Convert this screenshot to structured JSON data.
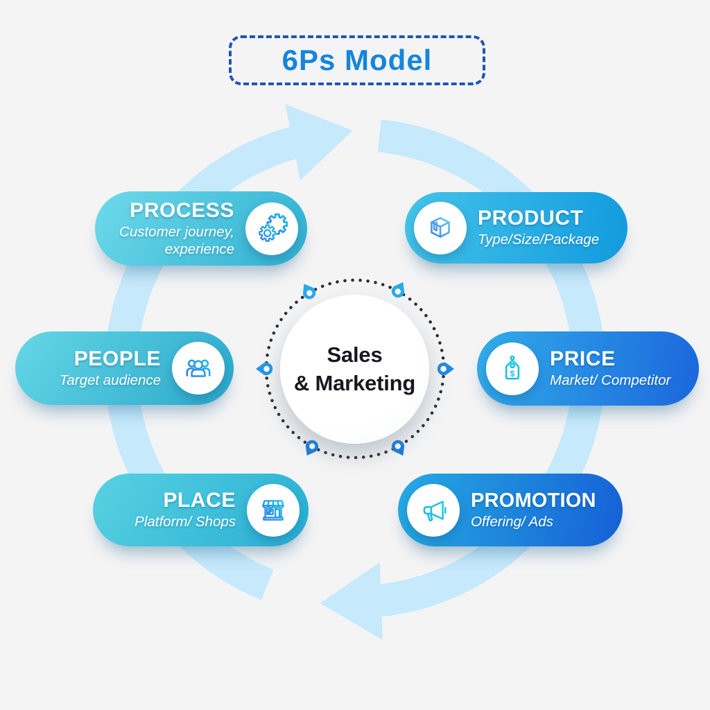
{
  "title": {
    "label": "6Ps Model"
  },
  "center": {
    "line1": "Sales",
    "line2": "& Marketing"
  },
  "pills": [
    {
      "id": "process",
      "title": "PROCESS",
      "subtitle": "Customer journey, experience",
      "icon": "gears-icon",
      "icon_side": "right"
    },
    {
      "id": "product",
      "title": "PRODUCT",
      "subtitle": "Type/Size/Package",
      "icon": "box-icon",
      "icon_side": "left"
    },
    {
      "id": "people",
      "title": "PEOPLE",
      "subtitle": "Target audience",
      "icon": "people-icon",
      "icon_side": "right"
    },
    {
      "id": "price",
      "title": "PRICE",
      "subtitle": "Market/ Competitor",
      "icon": "price-tag-icon",
      "icon_side": "left"
    },
    {
      "id": "place",
      "title": "PLACE",
      "subtitle": "Platform/ Shops",
      "icon": "storefront-icon",
      "icon_side": "right"
    },
    {
      "id": "promotion",
      "title": "PROMOTION",
      "subtitle": "Offering/ Ads",
      "icon": "megaphone-icon",
      "icon_side": "left"
    }
  ],
  "icons": {
    "tag_currency": "$"
  },
  "colors": {
    "background": "#f4f4f5",
    "ring": "#c6e9fb",
    "title_text": "#1585dd",
    "title_border": "#1d55b4",
    "cyan_pill_start": "#6ddaea",
    "cyan_pill_end": "#2aa8ca",
    "product_pill_start": "#45c4e9",
    "product_pill_end": "#129ade",
    "price_pill_start": "#31ade9",
    "price_pill_end": "#1b66dd",
    "promotion_pill_start": "#25abe3",
    "promotion_pill_end": "#1660d6",
    "pill_text": "#ffffff",
    "center_text": "#17171f",
    "dot_ring": "#2b2b33",
    "pin_blue": "#1f8ce1",
    "icon_stroke_start": "#2e6ee8",
    "icon_stroke_end": "#19cbe8"
  }
}
